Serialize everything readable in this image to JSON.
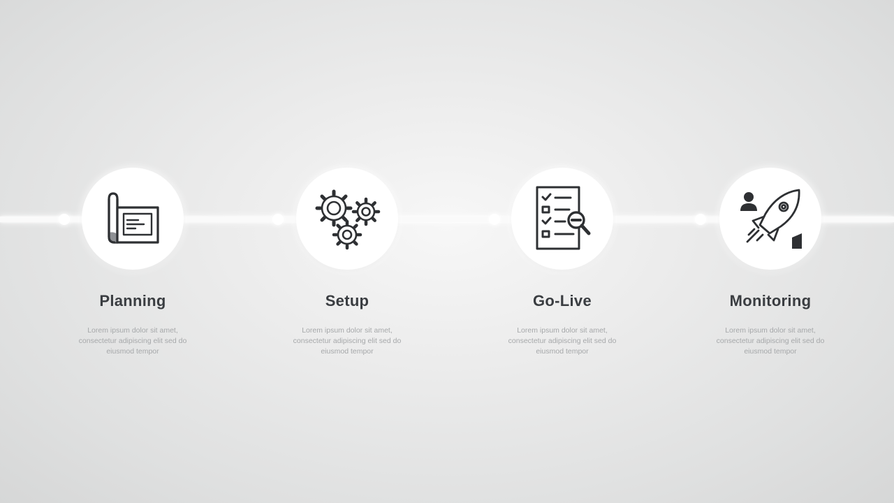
{
  "steps": [
    {
      "title": "Planning",
      "icon": "blueprint-icon",
      "description": "Lorem ipsum dolor sit amet, consectetur adipiscing elit sed do eiusmod tempor"
    },
    {
      "title": "Setup",
      "icon": "gears-icon",
      "description": "Lorem ipsum dolor sit amet, consectetur adipiscing elit sed do eiusmod tempor"
    },
    {
      "title": "Go-Live",
      "icon": "checklist-search-icon",
      "description": "Lorem ipsum dolor sit amet, consectetur adipiscing elit sed do eiusmod tempor"
    },
    {
      "title": "Monitoring",
      "icon": "rocket-icon",
      "description": "Lorem ipsum dolor sit amet, consectetur adipiscing elit sed do eiusmod tempor"
    }
  ],
  "colors": {
    "title": "#3a3d41",
    "description": "#a6a8aa",
    "icon_stroke": "#2e3033",
    "line": "#fafafa"
  }
}
